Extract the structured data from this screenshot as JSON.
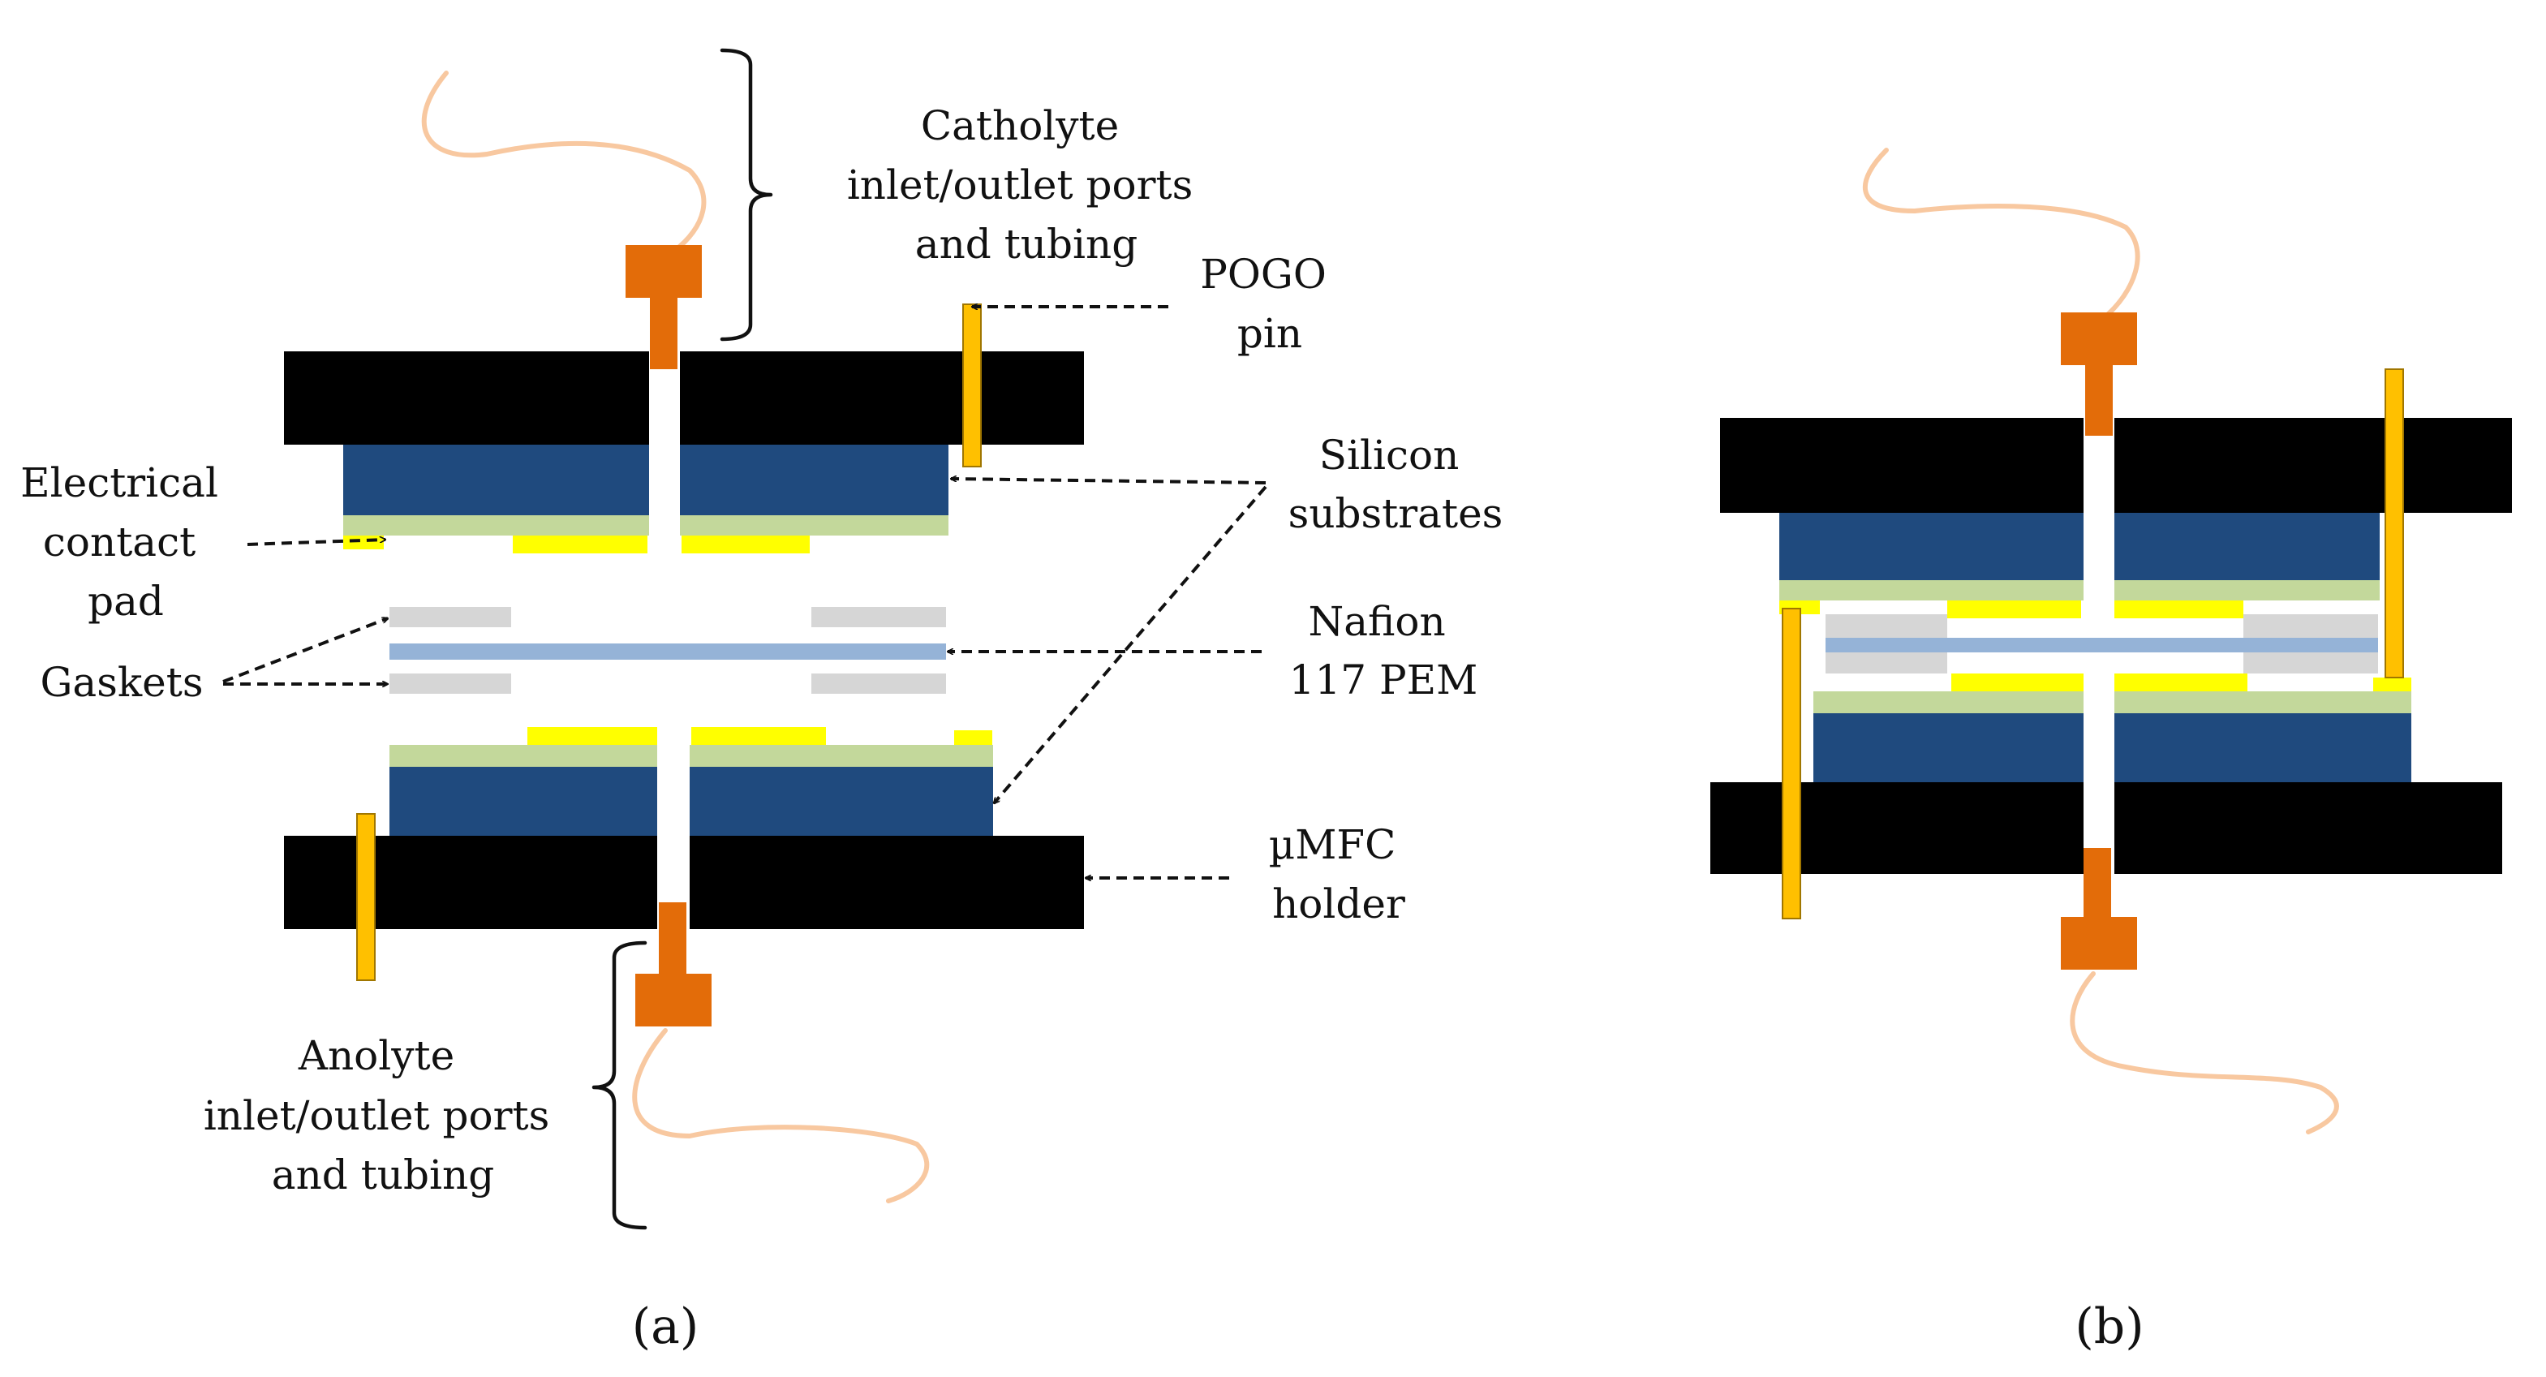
{
  "labels": {
    "catholyte_ports": [
      "Catholyte",
      "inlet/outlet ports",
      "and tubing"
    ],
    "pogo_pin": [
      "POGO",
      "pin"
    ],
    "silicon_substrates": [
      "Silicon",
      "substrates"
    ],
    "electrical_contact_pad": [
      "Electrical",
      "contact",
      "pad"
    ],
    "gaskets": "Gaskets",
    "nafion_pem": [
      "Nafion",
      "117 PEM"
    ],
    "umfc_holder": [
      "µMFC",
      "holder"
    ],
    "anolyte_ports": [
      "Anolyte",
      "inlet/outlet ports",
      "and tubing"
    ]
  },
  "panel_captions": {
    "a": "(a)",
    "b": "(b)"
  },
  "colors": {
    "holder": "#000000",
    "silicon_substrate": "#1f4a7e",
    "electrode_layer": "#c3d89b",
    "contact_pad": "#ffff00",
    "gasket": "#d6d6d6",
    "nafion_pem": "#95b3d7",
    "port_fitting": "#e36c09",
    "pogo_pin": "#ffc000",
    "tubing": "#f8c8a0"
  }
}
